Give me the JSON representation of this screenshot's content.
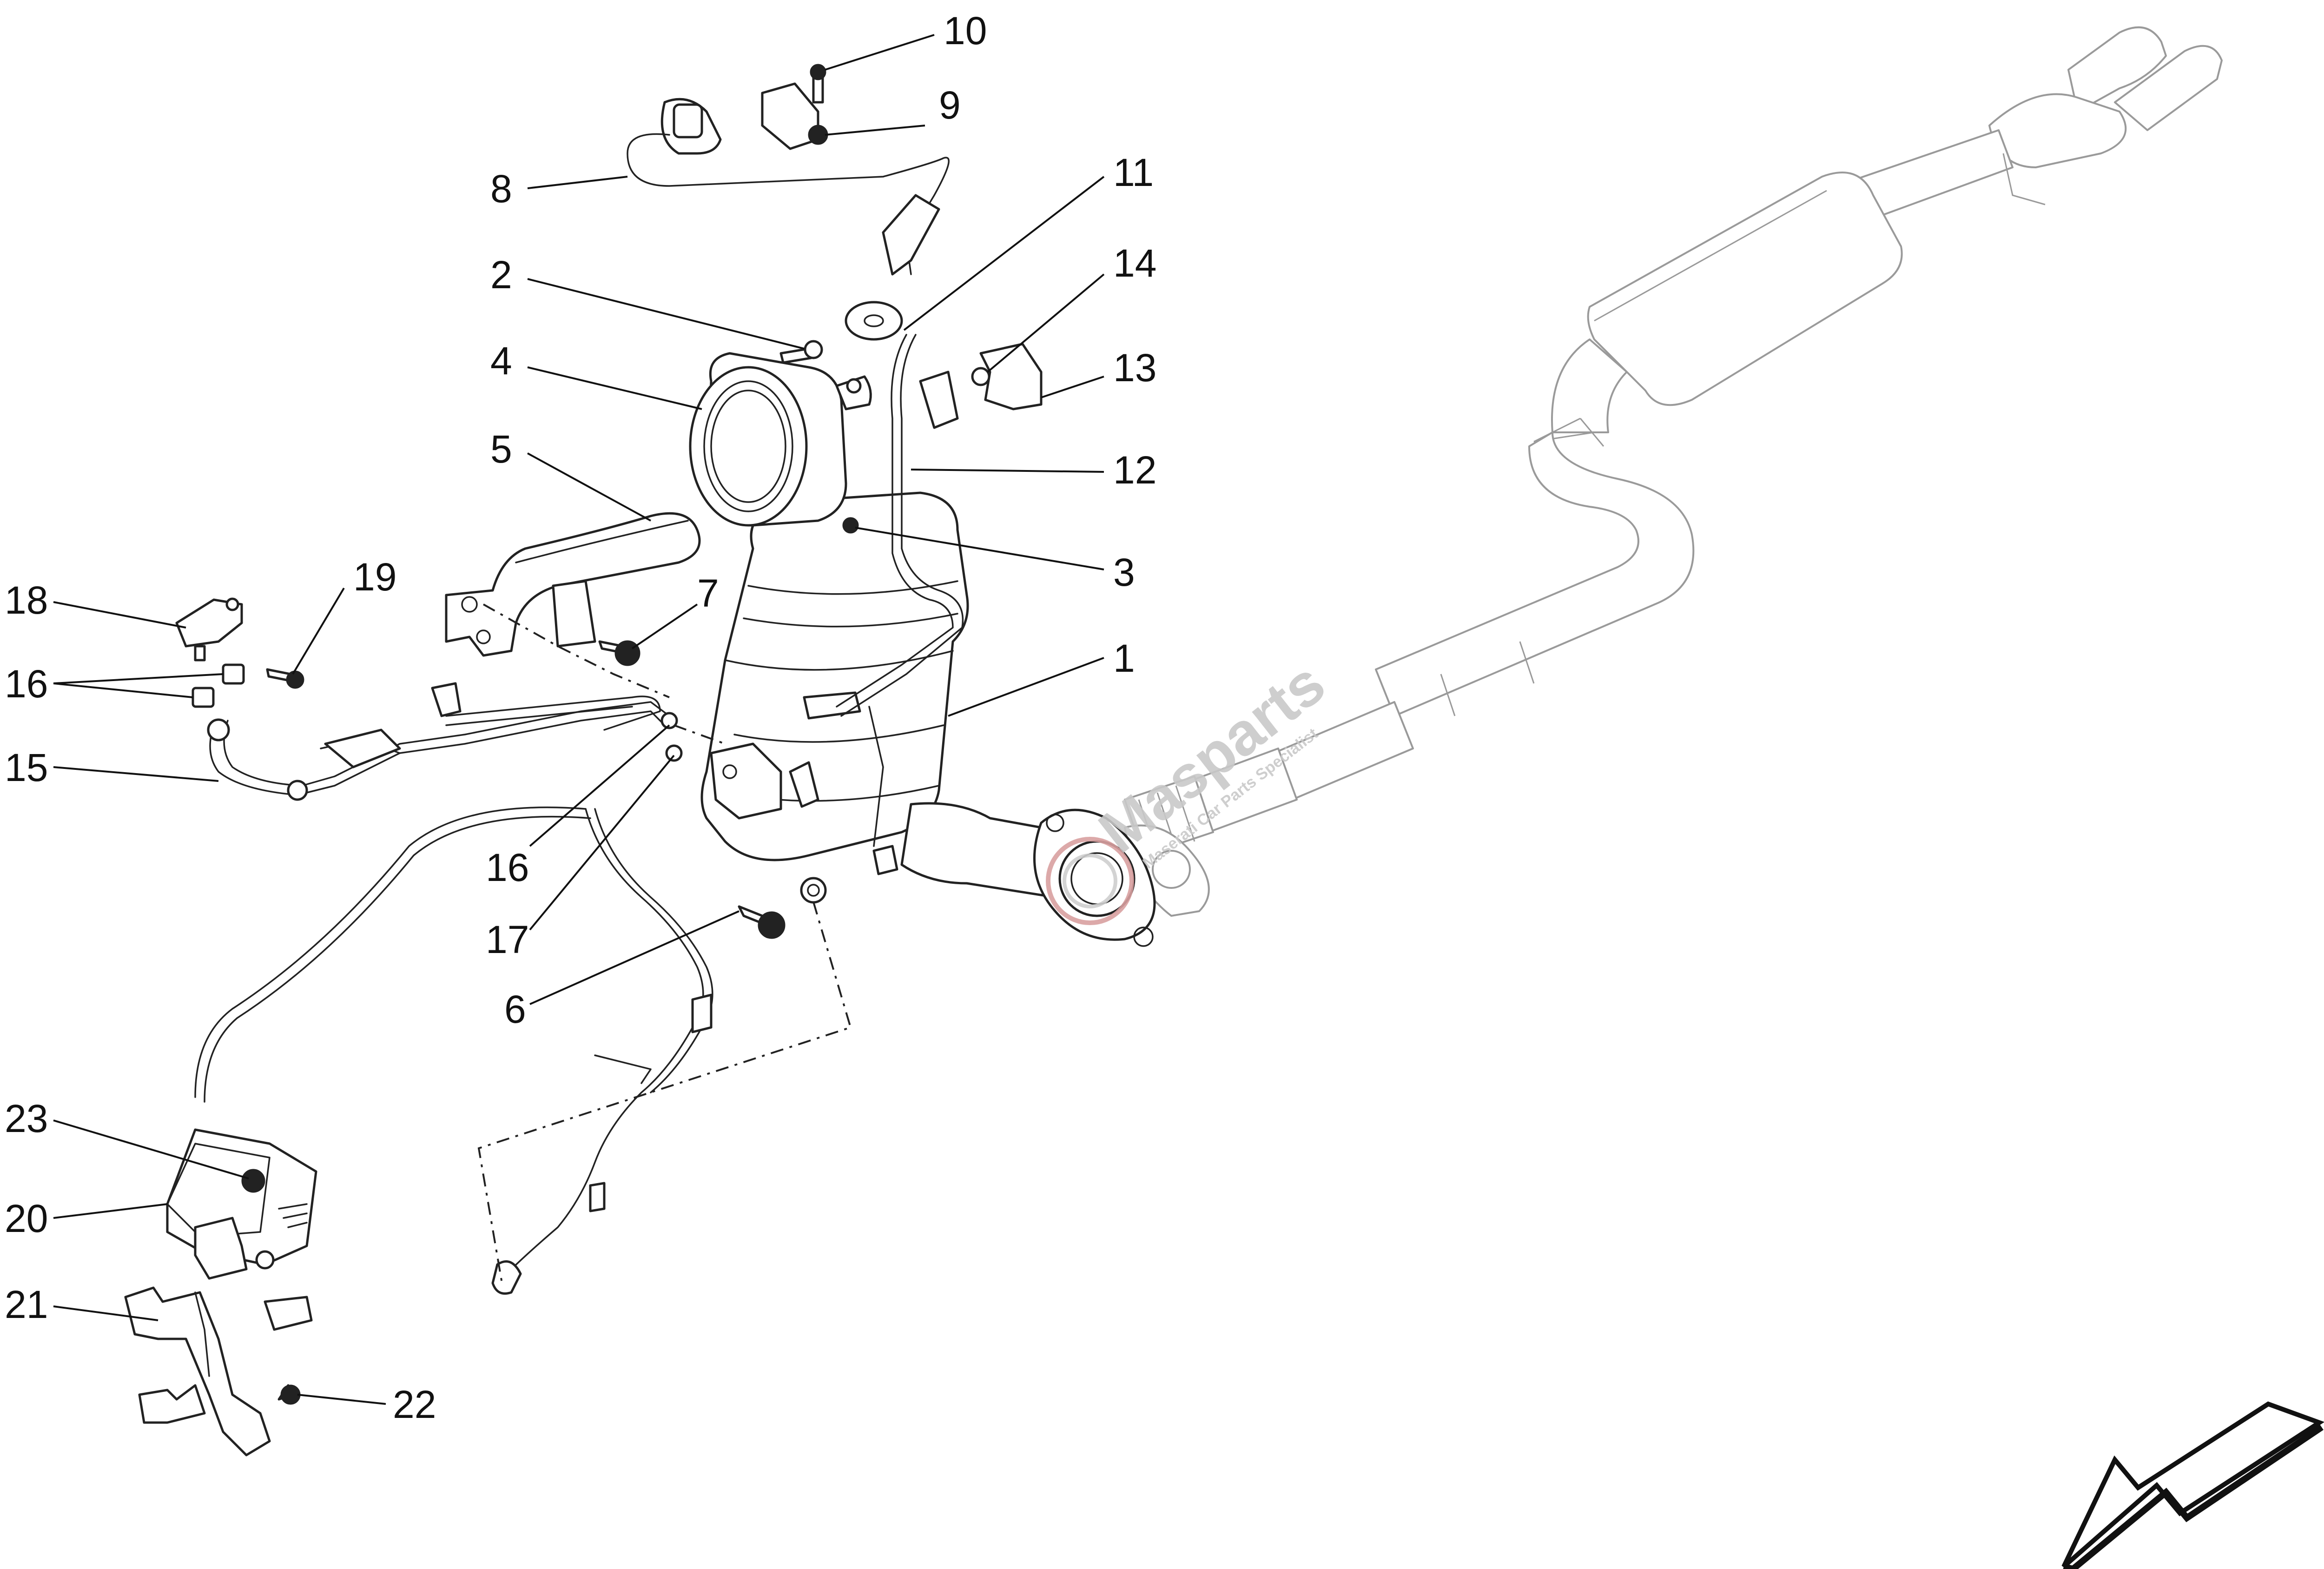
{
  "diagram": {
    "callouts": [
      {
        "id": "c10",
        "label": "10"
      },
      {
        "id": "c9",
        "label": "9"
      },
      {
        "id": "c8",
        "label": "8"
      },
      {
        "id": "c11",
        "label": "11"
      },
      {
        "id": "c14",
        "label": "14"
      },
      {
        "id": "c2",
        "label": "2"
      },
      {
        "id": "c13",
        "label": "13"
      },
      {
        "id": "c4",
        "label": "4"
      },
      {
        "id": "c5",
        "label": "5"
      },
      {
        "id": "c12",
        "label": "12"
      },
      {
        "id": "c3",
        "label": "3"
      },
      {
        "id": "c19",
        "label": "19"
      },
      {
        "id": "c18",
        "label": "18"
      },
      {
        "id": "c7",
        "label": "7"
      },
      {
        "id": "c1",
        "label": "1"
      },
      {
        "id": "c16a",
        "label": "16"
      },
      {
        "id": "c15",
        "label": "15"
      },
      {
        "id": "c16b",
        "label": "16"
      },
      {
        "id": "c17",
        "label": "17"
      },
      {
        "id": "c6",
        "label": "6"
      },
      {
        "id": "c23",
        "label": "23"
      },
      {
        "id": "c20",
        "label": "20"
      },
      {
        "id": "c21",
        "label": "21"
      },
      {
        "id": "c22",
        "label": "22"
      }
    ],
    "watermark": {
      "brand": "Masparts",
      "tagline": "Maserati Car Parts Specialist"
    },
    "orientation_arrow": "front-direction-arrow"
  }
}
